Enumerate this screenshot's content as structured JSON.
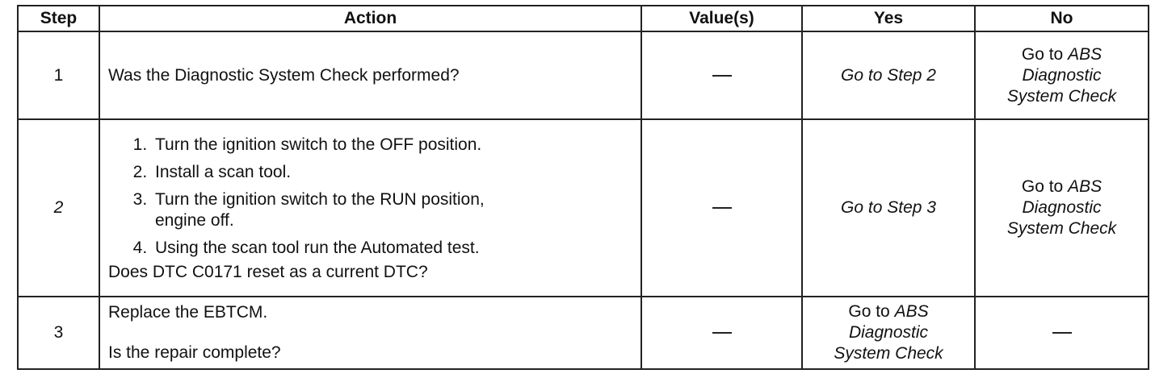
{
  "table": {
    "headers": {
      "step": "Step",
      "action": "Action",
      "values": "Value(s)",
      "yes": "Yes",
      "no": "No"
    },
    "rows": [
      {
        "step": "1",
        "action_question": "Was the Diagnostic System Check performed?",
        "value": "—",
        "yes": "Go to Step 2",
        "no": {
          "prefix": "Go to ",
          "ref_line1": "ABS",
          "ref_line2": "Diagnostic",
          "ref_line3": "System Check"
        }
      },
      {
        "step": "2",
        "action_steps": [
          "Turn the ignition switch to the OFF position.",
          "Install a scan tool.",
          "Turn the ignition switch to the RUN position, engine off.",
          "Using the scan tool run the Automated test."
        ],
        "action_question": "Does DTC C0171 reset as a current DTC?",
        "value": "—",
        "yes": "Go to Step 3",
        "no": {
          "prefix": "Go to ",
          "ref_line1": "ABS",
          "ref_line2": "Diagnostic",
          "ref_line3": "System Check"
        }
      },
      {
        "step": "3",
        "action_instruction": "Replace the EBTCM.",
        "action_question": "Is the repair complete?",
        "value": "—",
        "yes": {
          "prefix": "Go to ",
          "ref_line1": "ABS",
          "ref_line2": "Diagnostic",
          "ref_line3": "System Check"
        },
        "no": "—"
      }
    ]
  }
}
